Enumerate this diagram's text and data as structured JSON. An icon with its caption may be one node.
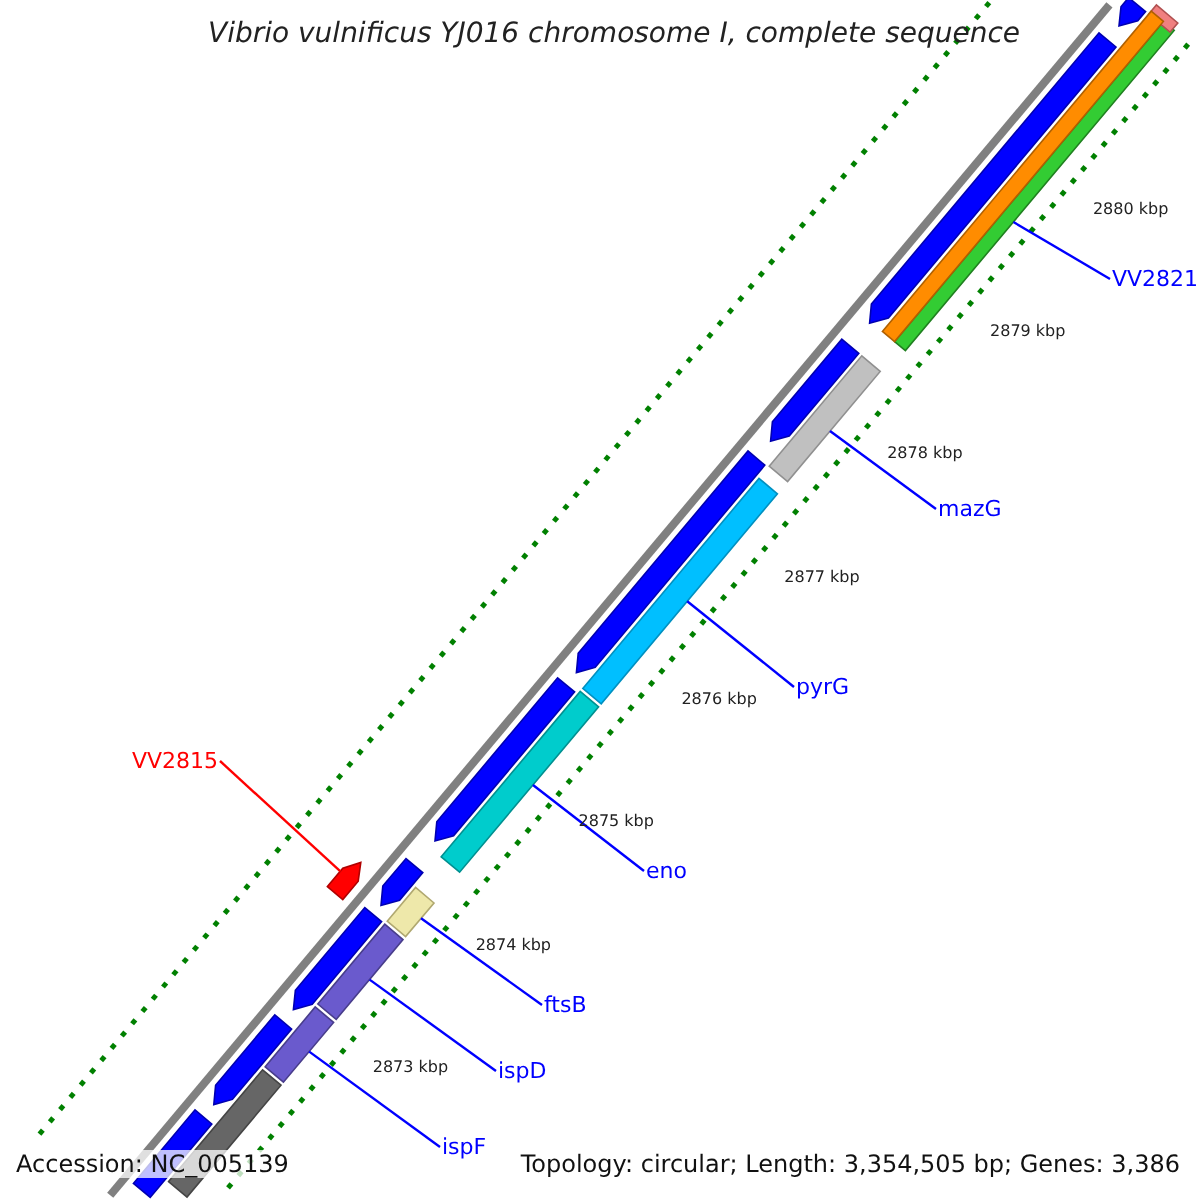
{
  "diagram": {
    "title": "Vibrio vulnificus YJ016 chromosome I, complete sequence",
    "nodes": [
      {
        "text": [
          "VV2821"
        ]
      },
      {
        "text": [],
        "shape": "bar"
      },
      {
        "text": [
          "mazG"
        ]
      },
      {
        "text": [],
        "shape": "bar"
      },
      {
        "text": [
          "pyrG"
        ]
      },
      {
        "text": [],
        "shape": "bar"
      },
      {
        "text": [
          "VV2815"
        ]
      },
      {
        "text": [],
        "shape": "bar"
      },
      {
        "text": [
          "eno"
        ]
      },
      {
        "text": [],
        "shape": "bar"
      },
      {
        "text": [
          "ftsB"
        ]
      },
      {
        "text": [],
        "shape": "bar"
      },
      {
        "text": [
          "ispD"
        ]
      },
      {
        "text": [],
        "shape": "bar"
      },
      {
        "text": [
          "ispF"
        ]
      },
      {
        "text": [],
        "shape": "bar"
      },
      {
        "text": [],
        "shape": "bar"
      },
      {
        "text": [],
        "shape": "bar"
      },
      {
        "text": [],
        "shape": "bar"
      },
      {
        "text": [],
        "shape": "bar"
      },
      {
        "text": [],
        "shape": "bar"
      },
      {
        "text": [],
        "shape": "bar"
      },
      {
        "text": [],
        "shape": "bar"
      },
      {
        "text": [],
        "shape": "bar"
      },
      {
        "text": [],
        "shape": "bar"
      },
      {
        "text": [],
        "shape": "bar"
      },
      {
        "text": [],
        "shape": "bar"
      },
      {
        "text": [],
        "shape": "bar"
      }
    ],
    "edges": [
      {
        "from": 0,
        "to": 1,
        "arrow": "none"
      },
      {
        "from": 2,
        "to": 3,
        "arrow": "none"
      },
      {
        "from": 4,
        "to": 5,
        "arrow": "none"
      },
      {
        "from": 6,
        "to": 7,
        "arrow": "none",
        "color": "#ff0000"
      },
      {
        "from": 8,
        "to": 9,
        "arrow": "none"
      },
      {
        "from": 10,
        "to": 11,
        "arrow": "none"
      },
      {
        "from": 12,
        "to": 13,
        "arrow": "none"
      },
      {
        "from": 14,
        "to": 15,
        "arrow": "none"
      }
    ],
    "labels": [
      "2880 kbp",
      "2879 kbp",
      "2878 kbp",
      "2877 kbp",
      "2876 kbp",
      "2875 kbp",
      "2874 kbp",
      "2873 kbp",
      "Accession: NC_005139",
      "Topology: circular; Length: 3,354,505 bp; Genes: 3,386"
    ]
  }
}
